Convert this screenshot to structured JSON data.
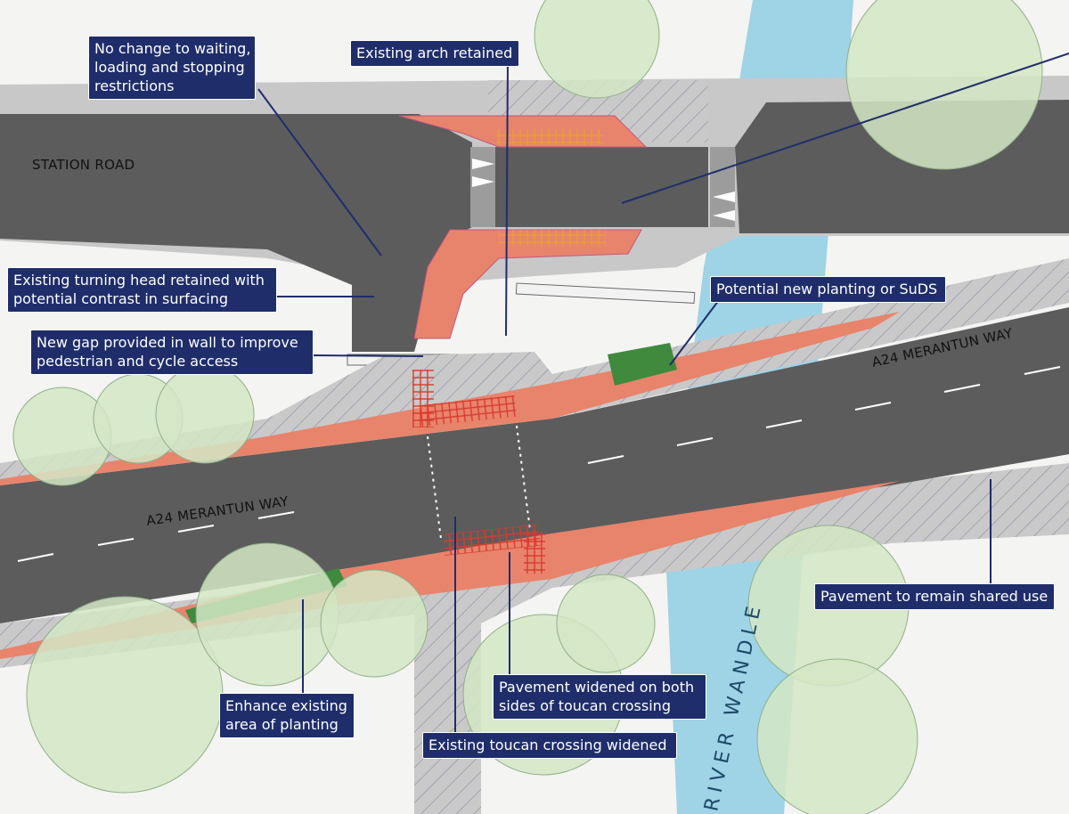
{
  "map": {
    "road_labels": {
      "station_road": "STATION ROAD",
      "merantun_east": "A24 MERANTUN WAY",
      "merantun_west": "A24 MERANTUN WAY",
      "river": "RIVER WANDLE"
    },
    "callouts": {
      "no_change": [
        "No change to waiting,",
        "loading and stopping",
        "restrictions"
      ],
      "arch_retained": "Existing arch retained",
      "turning_head": [
        "Existing turning head retained with",
        "potential contrast in surfacing"
      ],
      "new_gap": [
        "New gap provided in wall to improve",
        "pedestrian and cycle access"
      ],
      "new_planting": "Potential new planting or SuDS",
      "shared_use": "Pavement to remain shared use",
      "enhance_planting": [
        "Enhance existing",
        "area of planting"
      ],
      "pavement_widened": [
        "Pavement widened on both",
        "sides of toucan crossing"
      ],
      "toucan_widened": "Existing toucan crossing widened"
    },
    "colors": {
      "road": "#5c5c5c",
      "pavement": "#c8c8c8",
      "proposed_cycle": "#e8846c",
      "tactile_paving": "#d83a2e",
      "planting": "#3f8a3c",
      "trees": "#d3e6c4",
      "river": "#9fd3e6",
      "callout_bg": "#1f2d6b",
      "leader_line": "#1f2d6b"
    }
  }
}
